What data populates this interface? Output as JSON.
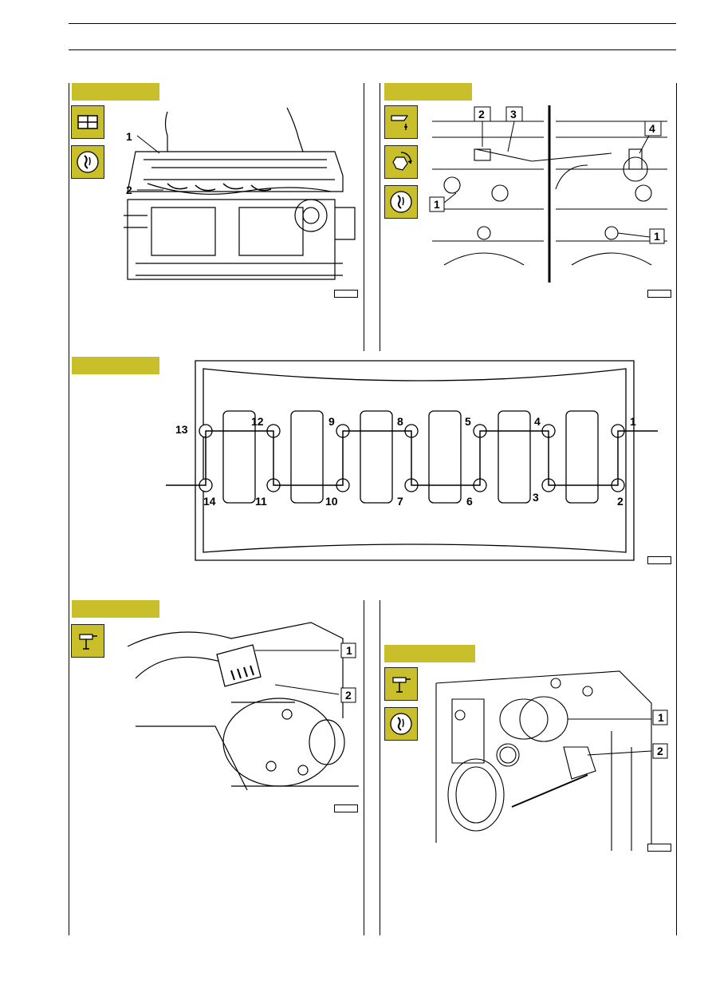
{
  "colors": {
    "tab": "#c8bf2a",
    "rule": "#000000"
  },
  "panels": {
    "p1": {
      "icons": [
        "assembly-grid-icon",
        "lubricate-icon"
      ],
      "callouts": [
        "1",
        "2"
      ]
    },
    "p2": {
      "icons": [
        "tighten-icon",
        "angle-tighten-icon",
        "lubricate-icon"
      ],
      "callouts": [
        "2",
        "3",
        "1",
        "4",
        "1"
      ]
    },
    "p3": {
      "sequence": [
        "13",
        "12",
        "9",
        "8",
        "5",
        "4",
        "1",
        "14",
        "11",
        "10",
        "7",
        "6",
        "3",
        "2"
      ]
    },
    "p4": {
      "icons": [
        "measure-icon"
      ],
      "callouts": [
        "1",
        "2"
      ]
    },
    "p5": {
      "icons": [
        "measure-icon",
        "lubricate-icon"
      ],
      "callouts": [
        "1",
        "2"
      ]
    }
  }
}
